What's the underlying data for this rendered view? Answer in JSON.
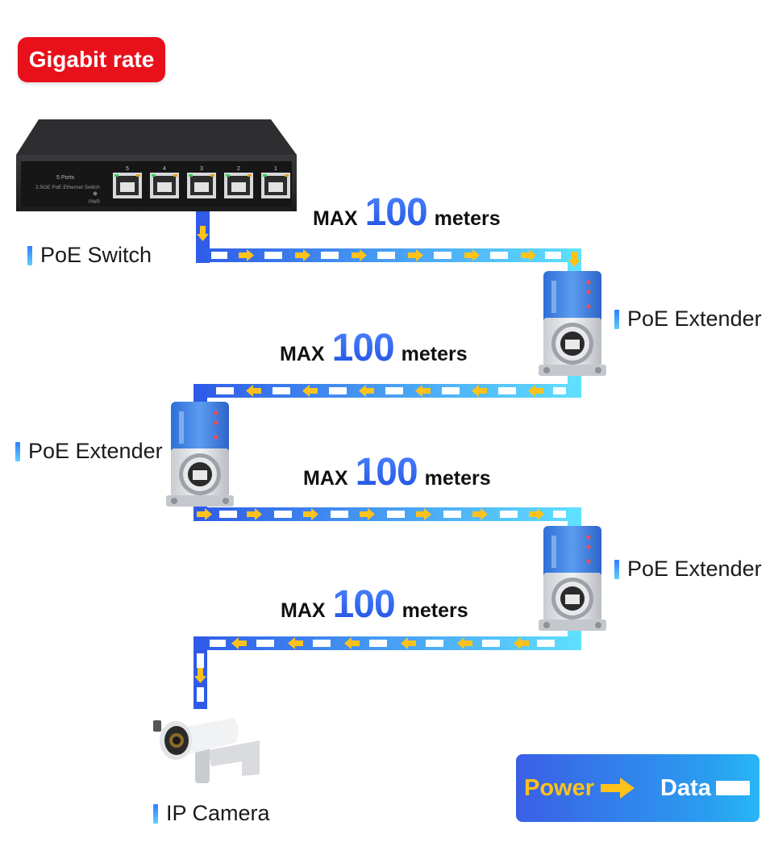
{
  "badge": "Gigabit rate",
  "devices": {
    "switch": "PoE Switch",
    "extender1": "PoE Extender",
    "extender2": "PoE Extender",
    "extender3": "PoE Extender",
    "camera": "IP Camera"
  },
  "switch_panel": {
    "ports_text": "5 Ports",
    "model_text": "2.5GE PoE Ethernet Switch",
    "pwr": "PWR",
    "port_numbers": [
      "5",
      "4",
      "3",
      "2",
      "1"
    ]
  },
  "segments": [
    {
      "prefix": "MAX",
      "value": "100",
      "unit": "meters"
    },
    {
      "prefix": "MAX",
      "value": "100",
      "unit": "meters"
    },
    {
      "prefix": "MAX",
      "value": "100",
      "unit": "meters"
    },
    {
      "prefix": "MAX",
      "value": "100",
      "unit": "meters"
    }
  ],
  "legend": {
    "power": "Power",
    "data": "Data"
  },
  "colors": {
    "badge": "#e8101b",
    "cable_start": "#2f5be8",
    "cable_end": "#5fe0ff",
    "power_arrow": "#ffc21a",
    "data_box": "#ffffff"
  }
}
